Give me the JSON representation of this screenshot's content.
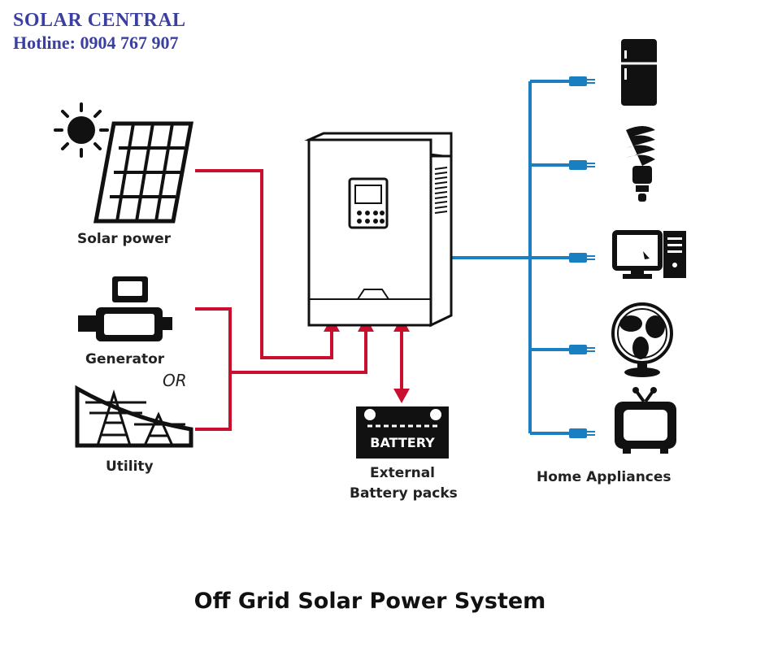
{
  "brand": {
    "name": "SOLAR CENTRAL",
    "hotline": "Hotline: 0904 767 907"
  },
  "sources": {
    "solar_label": "Solar power",
    "generator_label": "Generator",
    "or_label": "OR",
    "utility_label": "Utility"
  },
  "battery": {
    "box_text": "BATTERY",
    "label_line1": "External",
    "label_line2": "Battery packs"
  },
  "appliances": {
    "label": "Home Appliances",
    "icons": [
      "refrigerator-icon",
      "light-bulb-icon",
      "computer-icon",
      "fan-icon",
      "television-icon"
    ]
  },
  "title": "Off Grid Solar Power System",
  "colors": {
    "ac_input": "#c8102e",
    "ac_output": "#1a7fc1",
    "brand": "#3b3fa0"
  }
}
